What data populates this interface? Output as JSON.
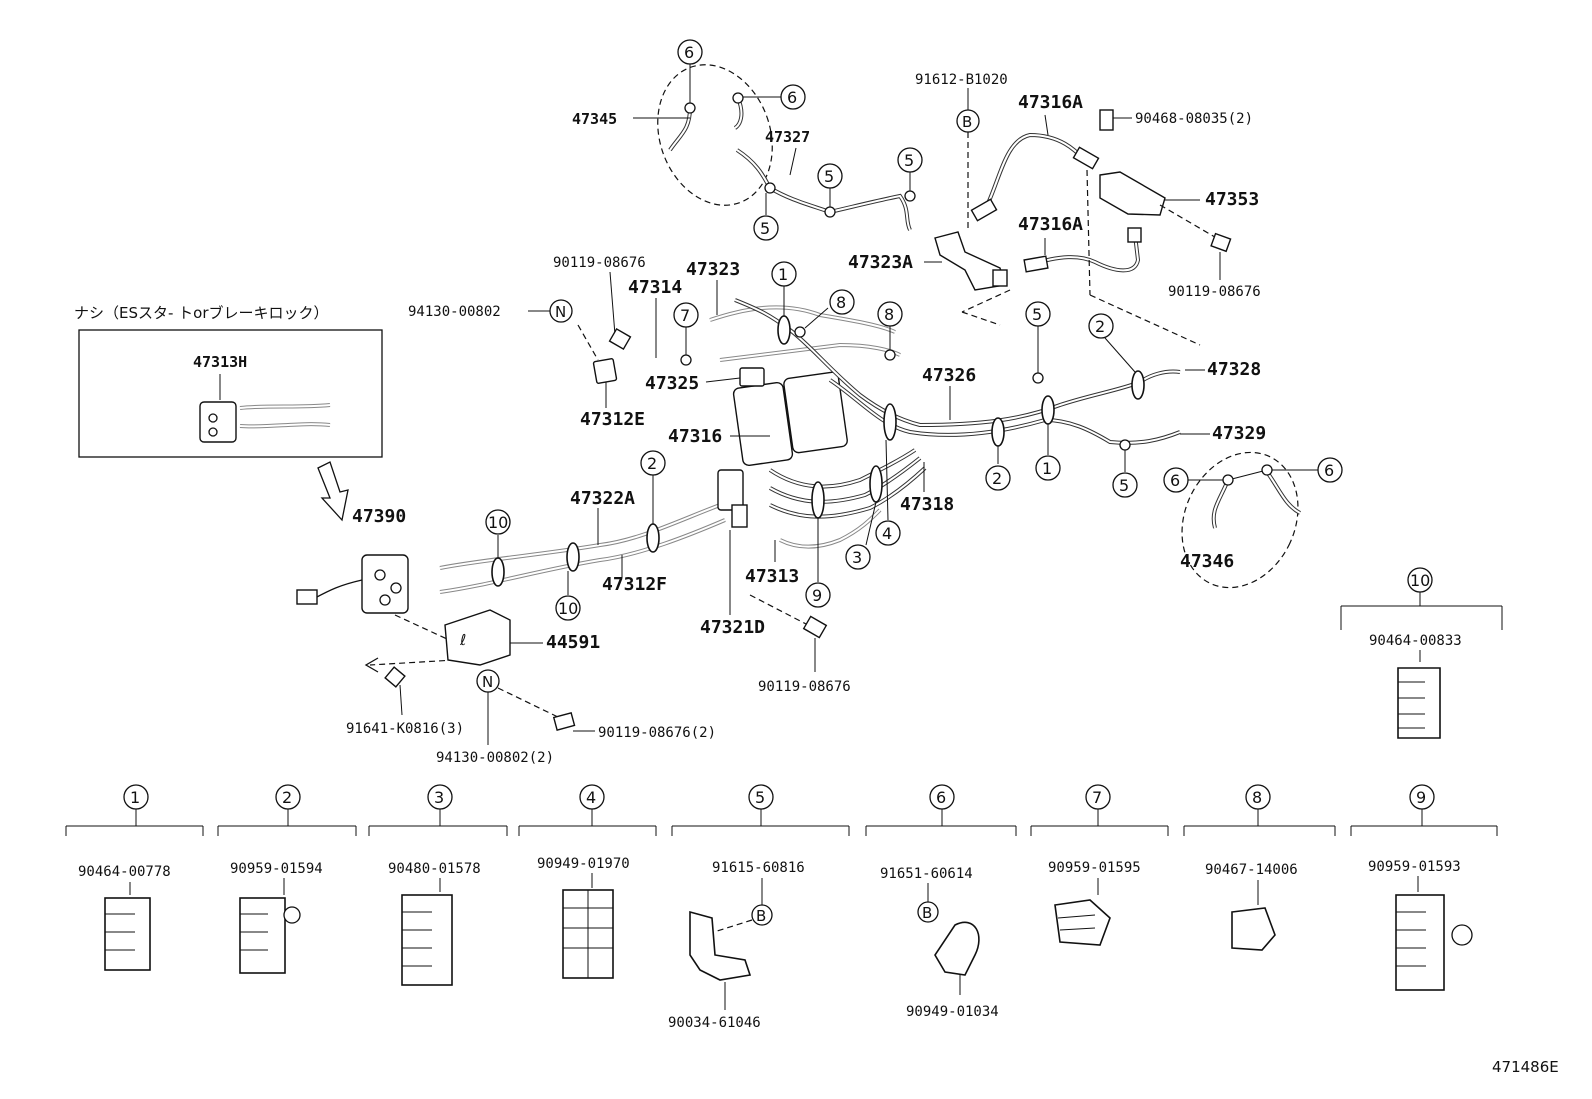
{
  "note_jp": "ナシ（ESスタ- トorブレーキロック）",
  "figure_code": "471486E",
  "labels": {
    "p47345": "47345",
    "p47327": "47327",
    "p91612": "91612-B1020",
    "p47316A_top": "47316A",
    "p90468": "90468-08035(2)",
    "p47353": "47353",
    "p47323A": "47323A",
    "p47316A_mid": "47316A",
    "p90119_right": "90119-08676",
    "p90119_top": "90119-08676",
    "p47323": "47323",
    "p47314": "47314",
    "p94130": "94130-00802",
    "p47313H": "47313H",
    "p47325": "47325",
    "p47312E": "47312E",
    "p47326": "47326",
    "p47328": "47328",
    "p47316": "47316",
    "p47329": "47329",
    "p47318": "47318",
    "p47322A": "47322A",
    "p47390": "47390",
    "p47312F": "47312F",
    "p47313": "47313",
    "p47321D": "47321D",
    "p44591": "44591",
    "p90119_bottom": "90119-08676",
    "p91641": "91641-K0816(3)",
    "p90119_2": "90119-08676(2)",
    "p94130_2": "94130-00802(2)",
    "p47346": "47346"
  },
  "markers": {
    "N": "N",
    "B": "B"
  },
  "callouts": [
    "1",
    "2",
    "3",
    "4",
    "5",
    "6",
    "7",
    "8",
    "9",
    "10"
  ],
  "clip_table": [
    {
      "ref": "1",
      "part": "90464-00778"
    },
    {
      "ref": "2",
      "part": "90959-01594"
    },
    {
      "ref": "3",
      "part": "90480-01578"
    },
    {
      "ref": "4",
      "part": "90949-01970"
    },
    {
      "ref": "5",
      "part": "91615-60816",
      "extra": "90034-61046"
    },
    {
      "ref": "6",
      "part": "91651-60614",
      "extra": "90949-01034"
    },
    {
      "ref": "7",
      "part": "90959-01595"
    },
    {
      "ref": "8",
      "part": "90467-14006"
    },
    {
      "ref": "9",
      "part": "90959-01593"
    },
    {
      "ref": "10",
      "part": "90464-00833"
    }
  ]
}
